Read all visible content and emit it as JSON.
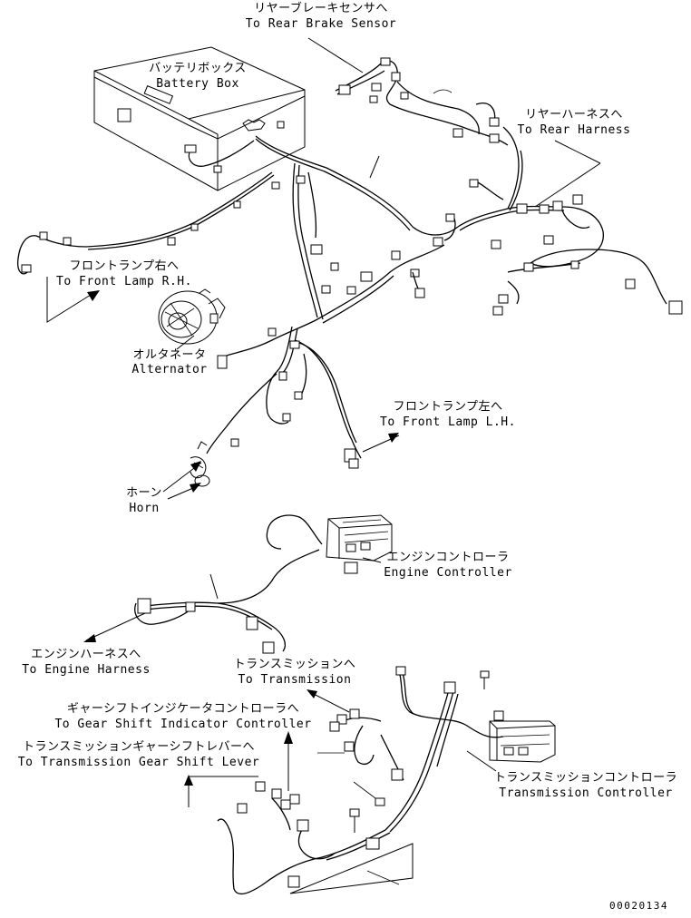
{
  "labels": {
    "rear_brake_jp": "リヤーブレーキセンサへ",
    "rear_brake_en": "To Rear Brake Sensor",
    "battery_jp": "バッテリボックス",
    "battery_en": "Battery Box",
    "rear_harness_jp": "リヤーハーネスへ",
    "rear_harness_en": "To Rear Harness",
    "front_lamp_rh_jp": "フロントランプ右へ",
    "front_lamp_rh_en": "To Front Lamp R.H.",
    "alternator_jp": "オルタネータ",
    "alternator_en": "Alternator",
    "front_lamp_lh_jp": "フロントランプ左へ",
    "front_lamp_lh_en": "To Front Lamp L.H.",
    "horn_jp": "ホーン",
    "horn_en": "Horn",
    "engine_ctrl_jp": "エンジンコントローラ",
    "engine_ctrl_en": "Engine Controller",
    "engine_harness_jp": "エンジンハーネスへ",
    "engine_harness_en": "To Engine Harness",
    "transmission_jp": "トランスミッションへ",
    "transmission_en": "To Transmission",
    "gear_shift_ind_jp": "ギャーシフトインジケータコントローラへ",
    "gear_shift_ind_en": "To Gear Shift Indicator Controller",
    "gear_shift_lever_jp": "トランスミッションギャーシフトレバーへ",
    "gear_shift_lever_en": "To Transmission Gear Shift Lever",
    "trans_ctrl_jp": "トランスミッションコントローラ",
    "trans_ctrl_en": "Transmission Controller",
    "drawing_no": "00020134"
  }
}
